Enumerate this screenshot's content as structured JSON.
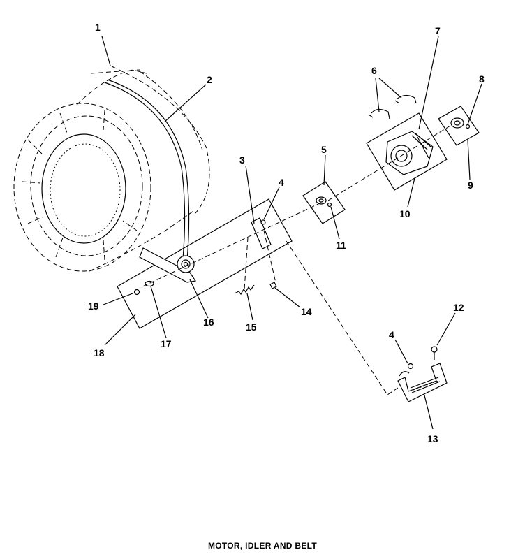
{
  "caption": "MOTOR, IDLER AND BELT",
  "callouts": [
    "1",
    "2",
    "3",
    "4",
    "5",
    "6",
    "7",
    "8",
    "9",
    "10",
    "11",
    "12",
    "13",
    "14",
    "15",
    "16",
    "17",
    "18",
    "19",
    "4"
  ]
}
